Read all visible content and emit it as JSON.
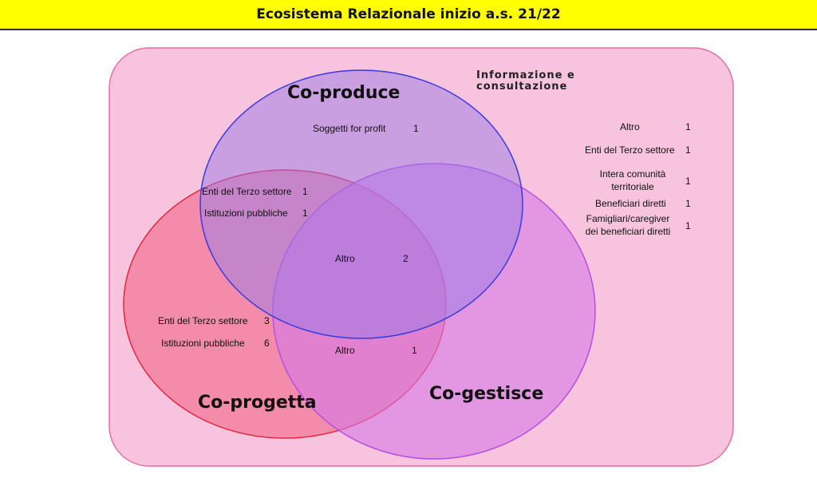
{
  "header": {
    "title": "Ecosistema Relazionale inizio a.s. 21/22"
  },
  "colors": {
    "header_bg": "#ffff00",
    "outer_fill": "#f8c3dd",
    "outer_stroke": "#e36fa5",
    "coproduce_fill": "#9a7be8",
    "coproduce_stroke": "#3a3ae0",
    "coprogetta_fill": "#f07a98",
    "coprogetta_stroke": "#e02840",
    "cogestisce_fill": "#d57ae6",
    "cogestisce_stroke": "#b650e0"
  },
  "info": {
    "title_line1": "Informazione e",
    "title_line2": "consultazione",
    "items": [
      {
        "label": "Altro",
        "count": "1"
      },
      {
        "label": "Enti del Terzo settore",
        "count": "1"
      },
      {
        "label_line1": "Intera comunità",
        "label_line2": "territoriale",
        "count": "1"
      },
      {
        "label": "Beneficiari diretti",
        "count": "1"
      },
      {
        "label_line1": "Famigliari/caregiver",
        "label_line2": "dei beneficiari diretti",
        "count": "1"
      }
    ]
  },
  "sets": {
    "coproduce": {
      "label": "Co-produce"
    },
    "coprogetta": {
      "label": "Co-progetta"
    },
    "cogestisce": {
      "label": "Co-gestisce"
    }
  },
  "regions": {
    "coproduce_only": [
      {
        "label": "Soggetti for profit",
        "count": "1"
      }
    ],
    "coproduce_coprogetta": [
      {
        "label": "Enti del Terzo settore",
        "count": "1"
      },
      {
        "label": "Istituzioni pubbliche",
        "count": "1"
      }
    ],
    "center": [
      {
        "label": "Altro",
        "count": "2"
      }
    ],
    "coprogetta_only": [
      {
        "label": "Enti del Terzo settore",
        "count": "3"
      },
      {
        "label": "Istituzioni pubbliche",
        "count": "6"
      }
    ],
    "coprogetta_cogestisce": [
      {
        "label": "Altro",
        "count": "1"
      }
    ]
  }
}
